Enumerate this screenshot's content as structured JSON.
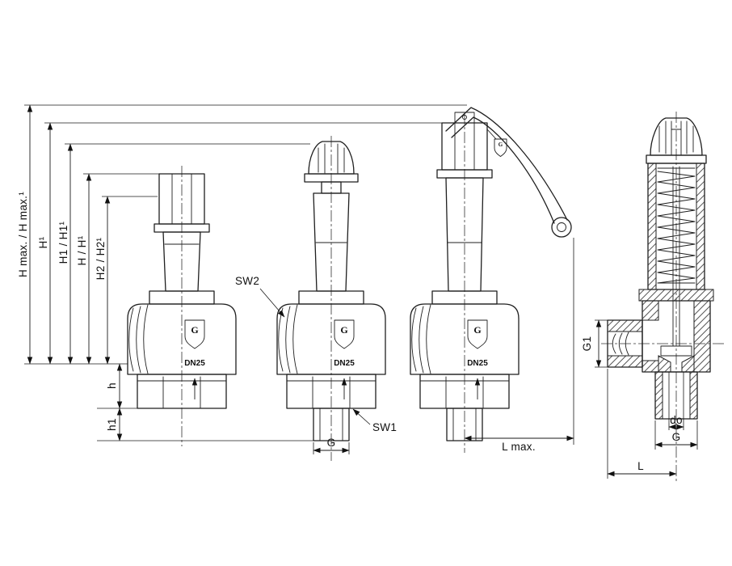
{
  "drawing": {
    "dim_labels": {
      "hmax": "H max. / H max.¹",
      "hsup": "H¹",
      "h1": "H1 / H1¹",
      "h": "H / H¹",
      "h2": "H2 / H2¹",
      "h_small": "h",
      "h1_small": "h1"
    },
    "callouts": {
      "sw2": "SW2",
      "sw1": "SW1"
    },
    "bottom_dims": {
      "g": "G",
      "l_max": "L max."
    },
    "section_dims": {
      "g1": "G1",
      "d_o": "do",
      "g": "G",
      "l": "L"
    },
    "valve": {
      "dn_label": "DN25",
      "logo_letter": "G"
    }
  },
  "colors": {
    "line": "#1f1f1f",
    "background": "#ffffff"
  }
}
